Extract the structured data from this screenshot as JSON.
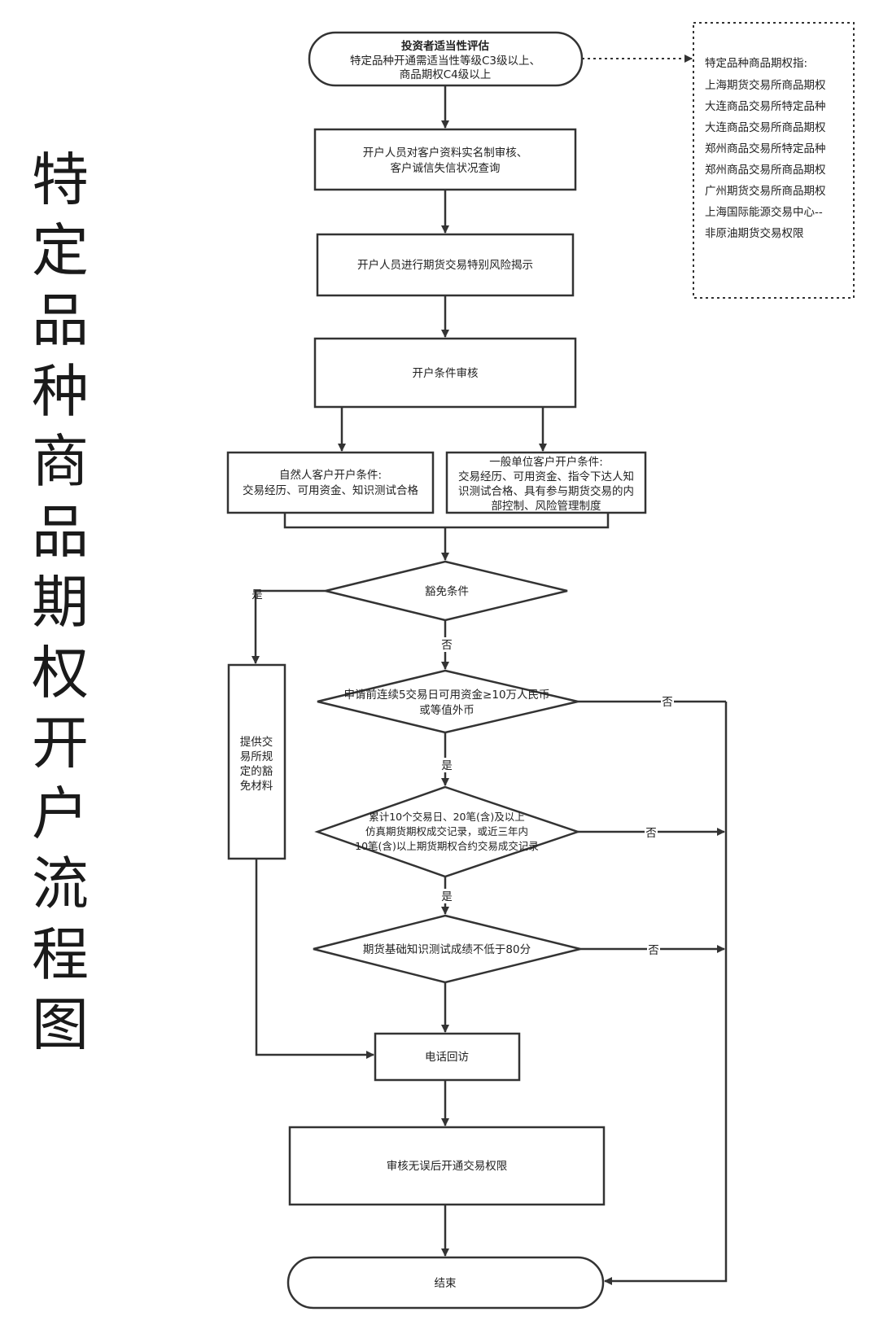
{
  "title_chars": [
    "特",
    "定",
    "品",
    "种",
    "商",
    "品",
    "期",
    "权",
    "开",
    "户",
    "流",
    "程",
    "图"
  ],
  "start": {
    "title": "投资者适当性评估",
    "line1": "特定品种开通需适当性等级C3级以上、",
    "line2": "商品期权C4级以上"
  },
  "note": {
    "heading": "特定品种商品期权指:",
    "items": [
      "上海期货交易所商品期权",
      "大连商品交易所特定品种",
      "大连商品交易所商品期权",
      "郑州商品交易所特定品种",
      "郑州商品交易所商品期权",
      "广州期货交易所商品期权",
      "上海国际能源交易中心--",
      "非原油期货交易权限"
    ]
  },
  "step1": {
    "line1": "开户人员对客户资料实名制审核、",
    "line2": "客户诚信失信状况查询"
  },
  "step2": "开户人员进行期货交易特别风险揭示",
  "step3": "开户条件审核",
  "natural": {
    "line1": "自然人客户开户条件:",
    "line2": "交易经历、可用资金、知识测试合格"
  },
  "general": {
    "line1": "一般单位客户开户条件:",
    "line2": "交易经历、可用资金、指令下达人知",
    "line3": "识测试合格、具有参与期货交易的内",
    "line4": "部控制、风险管理制度"
  },
  "exempt": "豁免条件",
  "exempt_material": [
    "提供交",
    "易所规",
    "定的豁",
    "免材料"
  ],
  "cond1": {
    "line1": "申请前连续5交易日可用资金≥10万人民币",
    "line2": "或等值外币"
  },
  "cond2": {
    "line1": "累计10个交易日、20笔(含)及以上",
    "line2": "仿真期货期权成交记录，或近三年内",
    "line3": "10笔(含)以上期货期权合约交易成交记录"
  },
  "cond3": "期货基础知识测试成绩不低于80分",
  "phone": "电话回访",
  "open": "审核无误后开通交易权限",
  "end": "结束",
  "labels": {
    "yes": "是",
    "no": "否"
  }
}
